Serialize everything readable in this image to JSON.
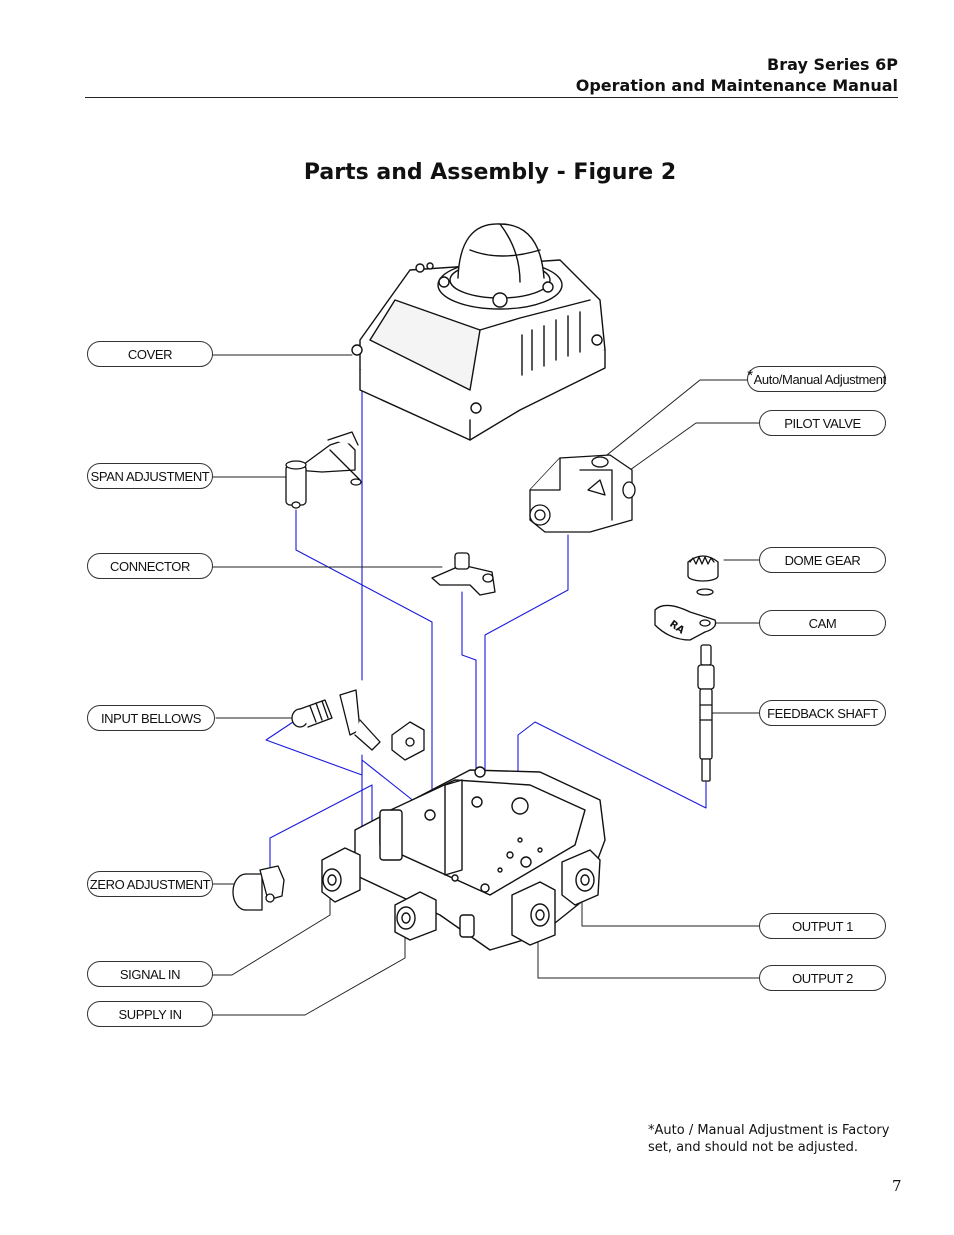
{
  "header": {
    "line1": "Bray Series 6P",
    "line2": "Operation and Maintenance Manual"
  },
  "title": "Parts and Assembly - Figure 2",
  "labels": {
    "cover": "COVER",
    "span_adjustment": "SPAN ADJUSTMENT",
    "connector": "CONNECTOR",
    "input_bellows": "INPUT BELLOWS",
    "zero_adjustment": "ZERO ADJUSTMENT",
    "signal_in": "SIGNAL IN",
    "supply_in": "SUPPLY IN",
    "auto_manual_star": "*",
    "auto_manual_adjustment": "Auto/Manual Adjustment",
    "pilot_valve": "PILOT VALVE",
    "dome_gear": "DOME GEAR",
    "cam": "CAM",
    "feedback_shaft": "FEEDBACK SHAFT",
    "output_1": "OUTPUT 1",
    "output_2": "OUTPUT 2"
  },
  "cam_marking": "RA",
  "footnote": {
    "line1": "*Auto / Manual Adjustment is Factory",
    "line2": "set, and should not be adjusted."
  },
  "page_number": "7",
  "colors": {
    "assembly_path": "#1a1adb",
    "leader_line": "#222222",
    "ink": "#111111"
  }
}
